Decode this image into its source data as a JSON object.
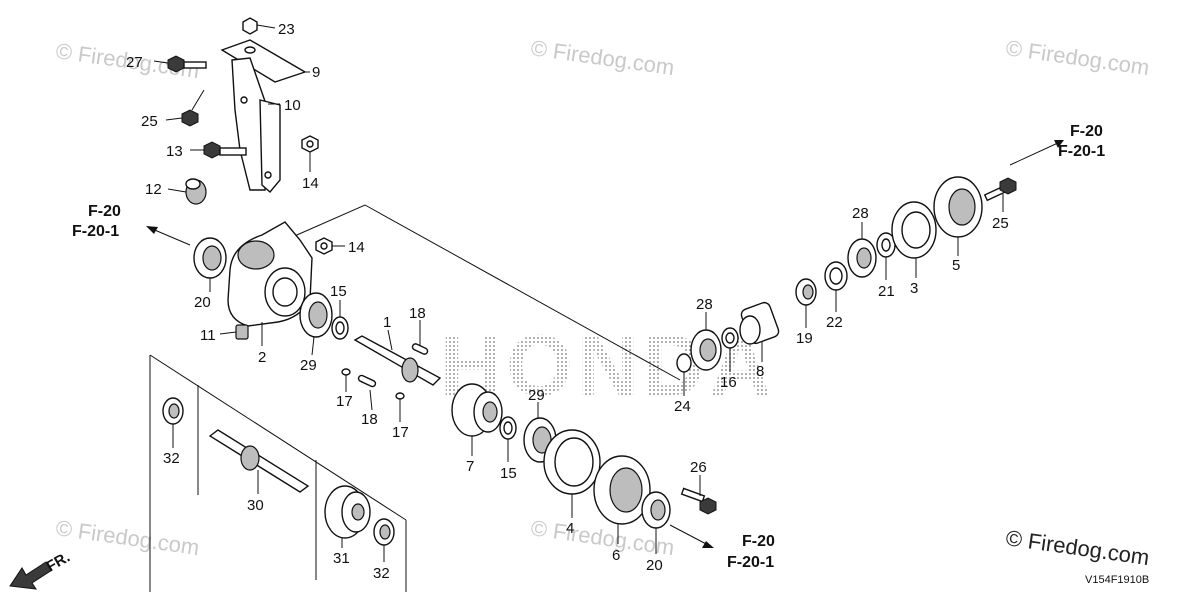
{
  "watermarks": [
    "© Firedog.com",
    "© Firedog.com",
    "© Firedog.com",
    "© Firedog.com",
    "© Firedog.com"
  ],
  "brand_watermark": "© Firedog.com",
  "background_logo": "HONDA",
  "diagram_code": "V154F1910B",
  "front_label": "FR.",
  "references": [
    {
      "line1": "F-20",
      "line2": "F-20-1"
    },
    {
      "line1": "F-20",
      "line2": "F-20-1"
    },
    {
      "line1": "F-20",
      "line2": "F-20-1"
    }
  ],
  "callouts": [
    "23",
    "27",
    "9",
    "10",
    "25",
    "13",
    "14",
    "12",
    "14",
    "20",
    "11",
    "2",
    "15",
    "29",
    "1",
    "18",
    "17",
    "18",
    "17",
    "29",
    "7",
    "15",
    "4",
    "6",
    "20",
    "26",
    "28",
    "16",
    "24",
    "8",
    "19",
    "22",
    "28",
    "21",
    "3",
    "5",
    "25",
    "32",
    "30",
    "31",
    "32"
  ]
}
